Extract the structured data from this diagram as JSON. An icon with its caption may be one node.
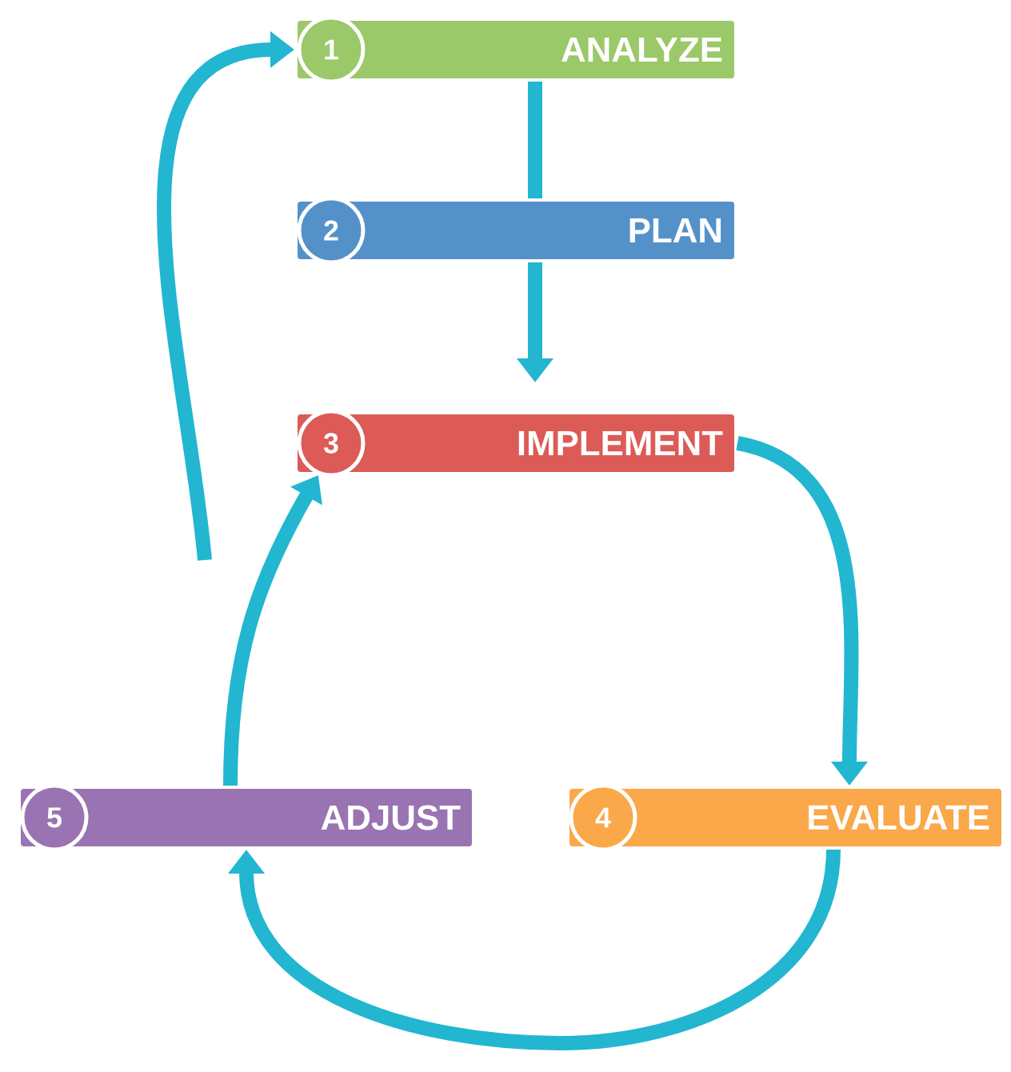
{
  "diagram": {
    "nodes": [
      {
        "text": [
          "1",
          "ANALYZE"
        ]
      },
      {
        "text": [
          "2",
          "PLAN"
        ]
      },
      {
        "text": [
          "3",
          "IMPLEMENT"
        ]
      },
      {
        "text": [
          "4",
          "EVALUATE"
        ]
      },
      {
        "text": [
          "5",
          "ADJUST"
        ]
      }
    ],
    "edges": [
      {
        "from": 0,
        "to": 1,
        "arrow": "none"
      },
      {
        "from": 1,
        "to": 2,
        "arrow": "to"
      },
      {
        "from": 2,
        "to": 3,
        "arrow": "to"
      },
      {
        "from": 3,
        "to": 4,
        "arrow": "to"
      },
      {
        "from": 4,
        "to": 2,
        "arrow": "to"
      },
      {
        "from": null,
        "to": 0,
        "arrow": "to"
      }
    ]
  }
}
